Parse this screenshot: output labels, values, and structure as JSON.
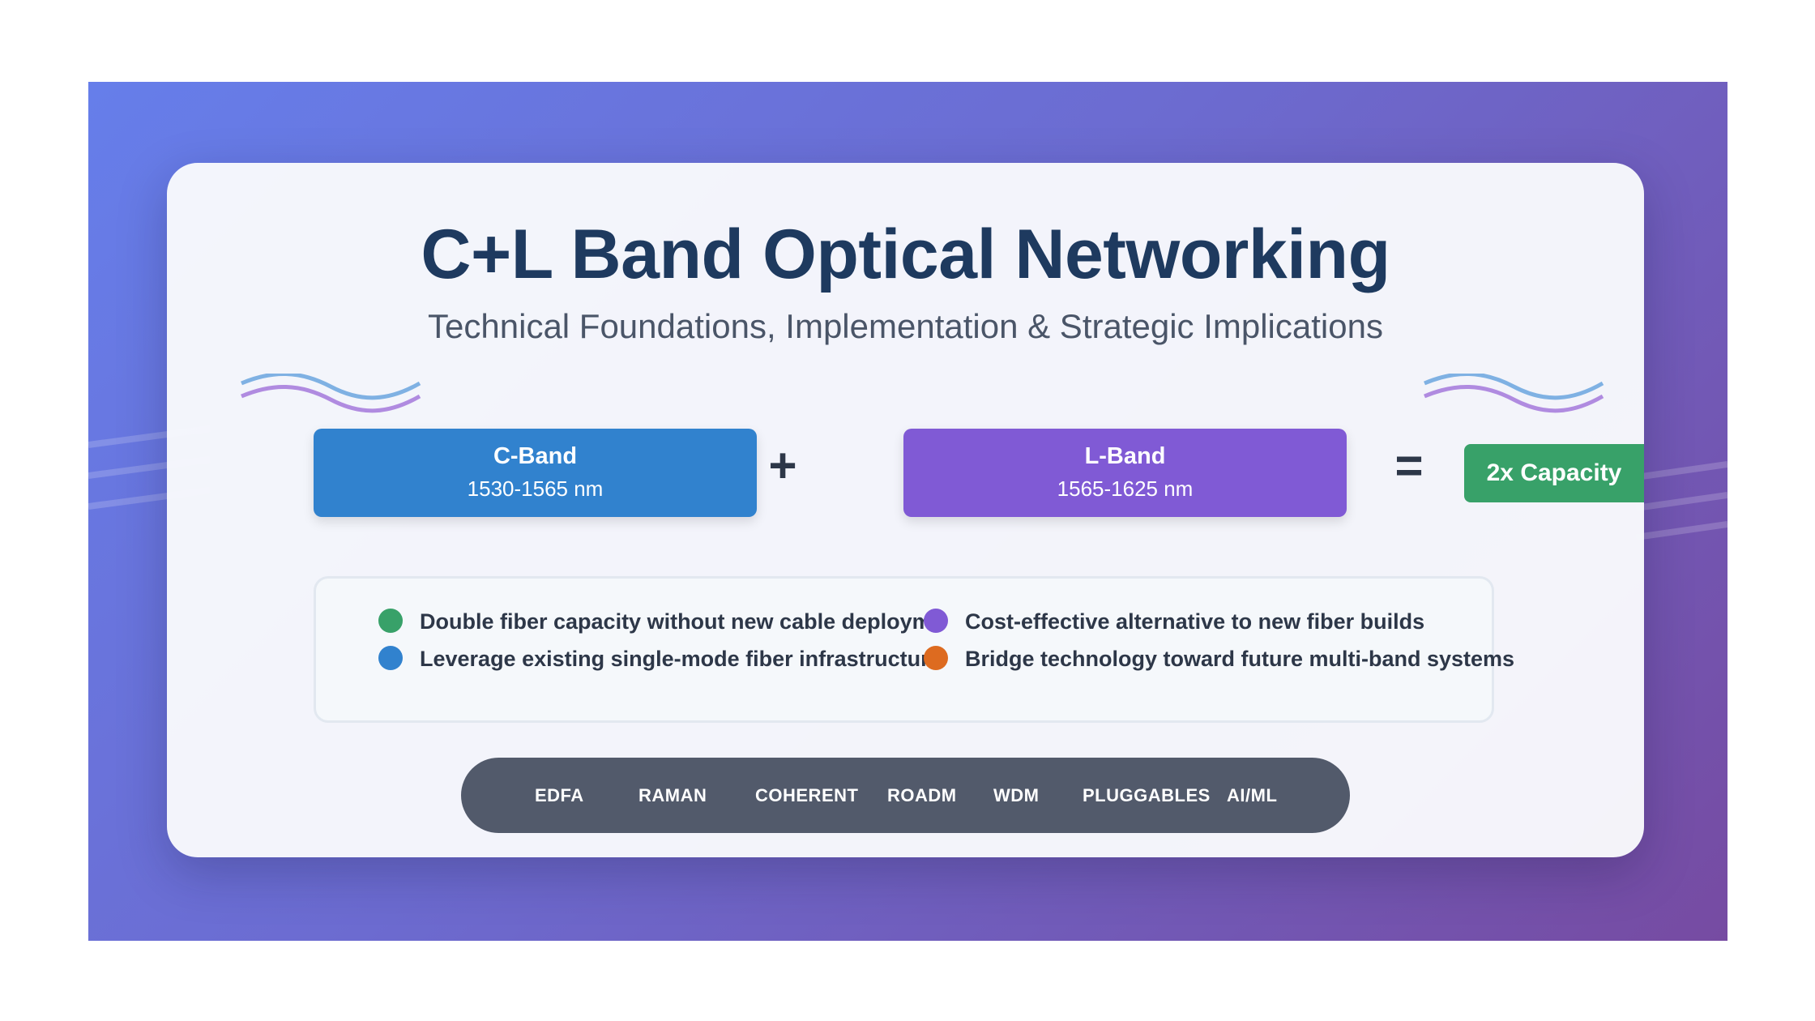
{
  "header": {
    "title": "C+L Band Optical Networking",
    "subtitle": "Technical Foundations, Implementation & Strategic Implications"
  },
  "equation": {
    "c_band": {
      "name": "C-Band",
      "range": "1530-1565 nm",
      "color": "#3182ce"
    },
    "plus_symbol": "+",
    "l_band": {
      "name": "L-Band",
      "range": "1565-1625 nm",
      "color": "#805ad5"
    },
    "equals_symbol": "=",
    "result": {
      "label": "2x Capacity",
      "color": "#38a169"
    }
  },
  "benefits": [
    {
      "text": "Double fiber capacity without new cable deployment",
      "color": "#38a169"
    },
    {
      "text": "Leverage existing single-mode fiber infrastructure",
      "color": "#3182ce"
    },
    {
      "text": "Cost-effective alternative to new fiber builds",
      "color": "#805ad5"
    },
    {
      "text": "Bridge technology toward future multi-band systems",
      "color": "#dd6b20"
    }
  ],
  "technologies": [
    "EDFA",
    "RAMAN",
    "COHERENT",
    "ROADM",
    "WDM",
    "PLUGGABLES",
    "AI/ML"
  ],
  "icons": {
    "wave": "wave-icon",
    "bullet": "dot-icon"
  },
  "colors": {
    "background_start": "#667eea",
    "background_end": "#764ba2",
    "title": "#1e3a5f",
    "tag_bar": "#525a6b"
  }
}
